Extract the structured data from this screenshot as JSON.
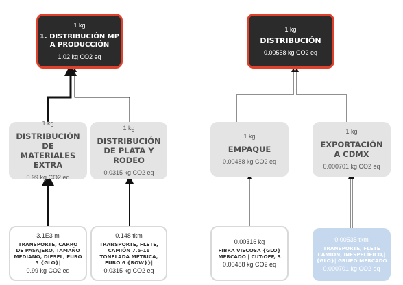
{
  "nodes": {
    "dist_mp": {
      "amount": "1 kg",
      "title": "1. DISTRIBUCIÓN MP A PRODUCCIÓN",
      "impact": "1.02 kg CO2 eq"
    },
    "distribucion": {
      "amount": "1 kg",
      "title": "DISTRIBUCIÓN",
      "impact": "0.00558 kg CO2 eq"
    },
    "materiales": {
      "amount": "1 kg",
      "title": "DISTRIBUCIÓN DE MATERIALES EXTRA",
      "impact": "0.99 kg CO2 eq"
    },
    "plata": {
      "amount": "1 kg",
      "title": "DISTRIBUCIÓN DE PLATA Y RODEO",
      "impact": "0.0315 kg CO2 eq"
    },
    "empaque": {
      "amount": "1 kg",
      "title": "EMPAQUE",
      "impact": "0.00488  kg CO2 eq"
    },
    "exportacion": {
      "amount": "1 kg",
      "title": "EXPORTACIÓN A CDMX",
      "impact": "0.000701  kg CO2 eq"
    },
    "carro": {
      "amount": "3.1E3 m",
      "title": "TRANSPORTE, CARRO DE PASAJERO, TAMAÑO MEDIANO, DIESEL, EURO 3 {GLO}|",
      "impact": "0.99 kg CO2 eq"
    },
    "flete": {
      "amount": "0.148 tkm",
      "title": "TRANSPORTE, FLETE, CAMIÓN 7.5-16 TONELADA MÉTRICA, EURO 6 {RoW}}|",
      "impact": "0.0315 kg CO2 eq"
    },
    "fibra": {
      "amount": "0.00316 kg",
      "title": "FIBRA VISCOSA {GLO} MERCADO | CUT-OFF, S",
      "impact": "0.00488  kg CO2 eq"
    },
    "flete_gen": {
      "amount": "0.00535 tkm",
      "title": "TRANSPORTE, FLETE CAMIÓN, INESPECÍFICO,| {GLO}| GRUPO MERCADO",
      "impact": "0.000701 kg CO2 eq"
    }
  },
  "colors": {
    "accent": "#e0412c",
    "dark": "#2b2b2b",
    "grey": "#e4e4e4",
    "blue": "#c5d8ee"
  }
}
